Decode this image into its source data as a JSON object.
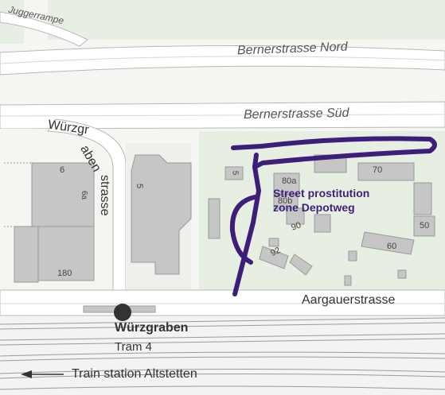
{
  "map": {
    "street_labels": {
      "rampe": "Juggerrampe",
      "bernerstrasse_nord": "Bernerstrasse Nord",
      "bernerstrasse_sued": "Bernerstrasse Süd",
      "wuerzgraben_top": "Würzgr",
      "wuerzgraben_diag": "aben",
      "wuerzgraben_vert": "strasse",
      "aargauerstrasse": "Aargauerstrasse"
    },
    "zone": {
      "label_line1": "Street prostitution",
      "label_line2": "zone Depotweg",
      "color": "#3d1f7a"
    },
    "stop": {
      "name": "Würzgraben",
      "line": "Tram 4"
    },
    "train": {
      "label": "Train station Altstetten",
      "arrow_icon": "arrow-left-icon"
    },
    "building_numbers": {
      "b6": "6",
      "b6a": "6a",
      "b180": "180",
      "b5_left": "5",
      "b5_small": "5",
      "b80a": "80a",
      "b80b": "80b",
      "b70": "70",
      "b90": "90",
      "b92": "92",
      "b60": "60",
      "b50": "50"
    },
    "colors": {
      "road": "#ffffff",
      "green": "#e7efe3",
      "building": "#c6c6c6",
      "rail": "#9a9a9a"
    }
  }
}
